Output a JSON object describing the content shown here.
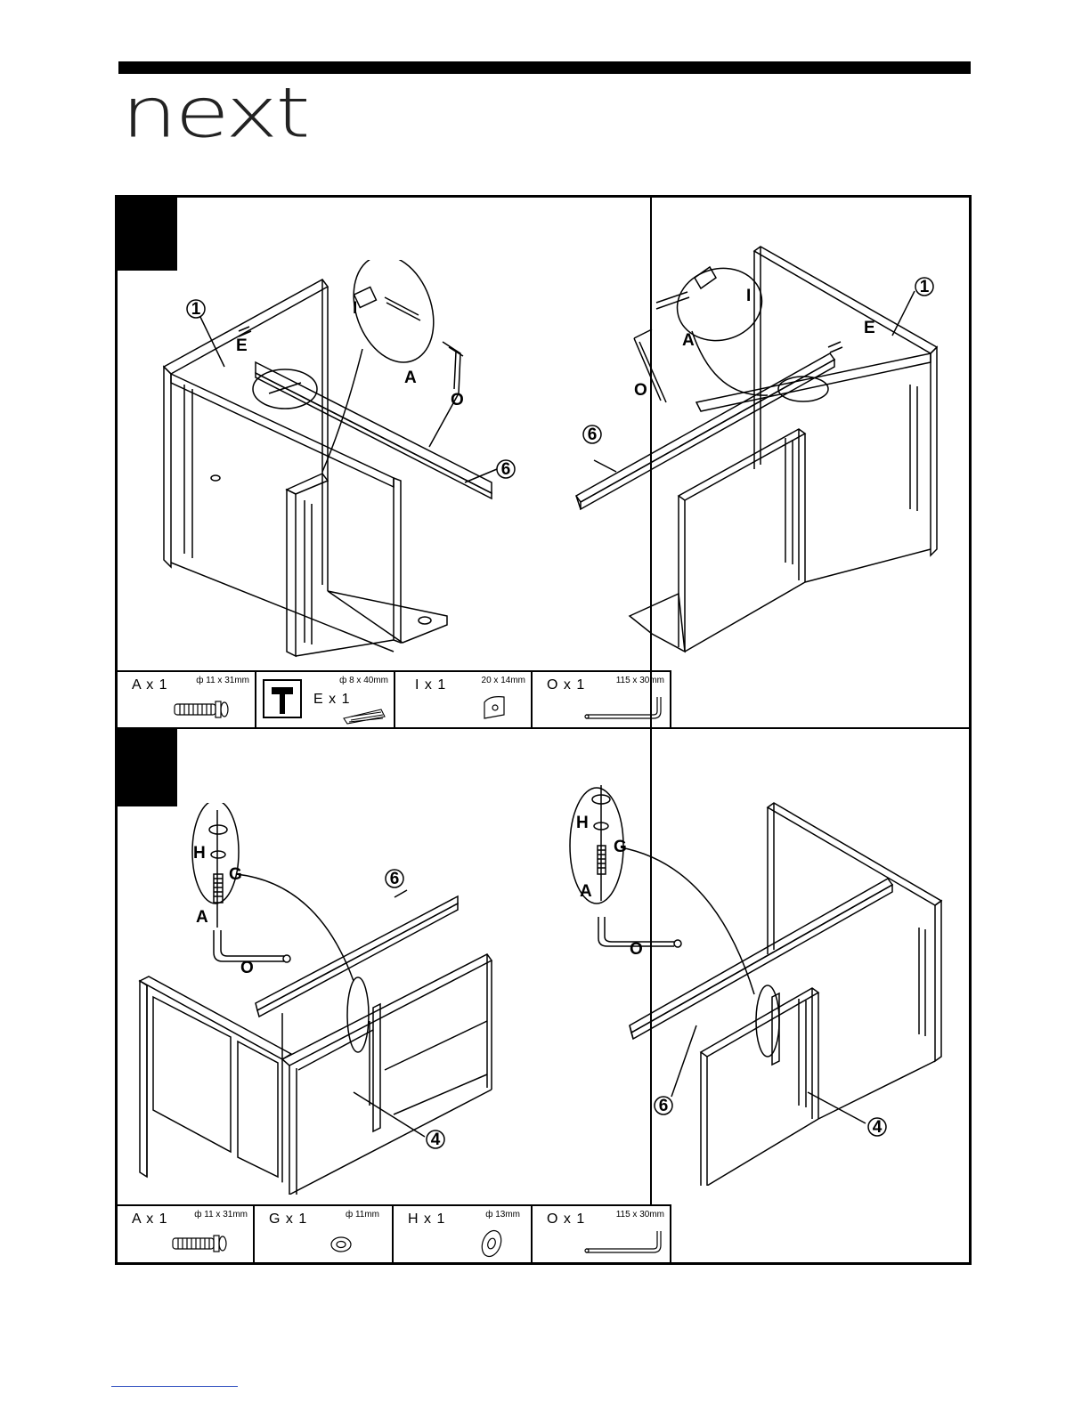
{
  "brand": {
    "logo_text": "next"
  },
  "step1": {
    "left_labels": {
      "part1": "1",
      "e": "E",
      "i": "I",
      "a": "A",
      "o": "O",
      "part6": "6"
    },
    "right_labels": {
      "part1": "1",
      "e": "E",
      "i": "I",
      "a": "A",
      "o": "O",
      "part6": "6"
    },
    "parts": [
      {
        "name": "A x 1",
        "dim": "ф 11 x 31mm",
        "icon": "bolt-icon"
      },
      {
        "name": "E x 1",
        "dim": "ф 8 x 40mm",
        "icon": "dowel-icon",
        "tool": "hammer-icon"
      },
      {
        "name": "I x 1",
        "dim": "20 x 14mm",
        "icon": "barrel-nut-icon"
      },
      {
        "name": "O x 1",
        "dim": "115 x 30mm",
        "icon": "allen-key-icon"
      }
    ]
  },
  "step2": {
    "left_labels": {
      "h": "H",
      "g": "G",
      "a": "A",
      "o": "O",
      "part6": "6",
      "part4": "4"
    },
    "right_labels": {
      "h": "H",
      "g": "G",
      "a": "A",
      "o": "O",
      "part6": "6",
      "part4": "4"
    },
    "parts": [
      {
        "name": "A x 1",
        "dim": "ф 11 x 31mm",
        "icon": "bolt-icon"
      },
      {
        "name": "G x 1",
        "dim": "ф 11mm",
        "icon": "spring-washer-icon"
      },
      {
        "name": "H x 1",
        "dim": "ф 13mm",
        "icon": "washer-icon"
      },
      {
        "name": "O x 1",
        "dim": "115 x 30mm",
        "icon": "allen-key-icon"
      }
    ]
  }
}
